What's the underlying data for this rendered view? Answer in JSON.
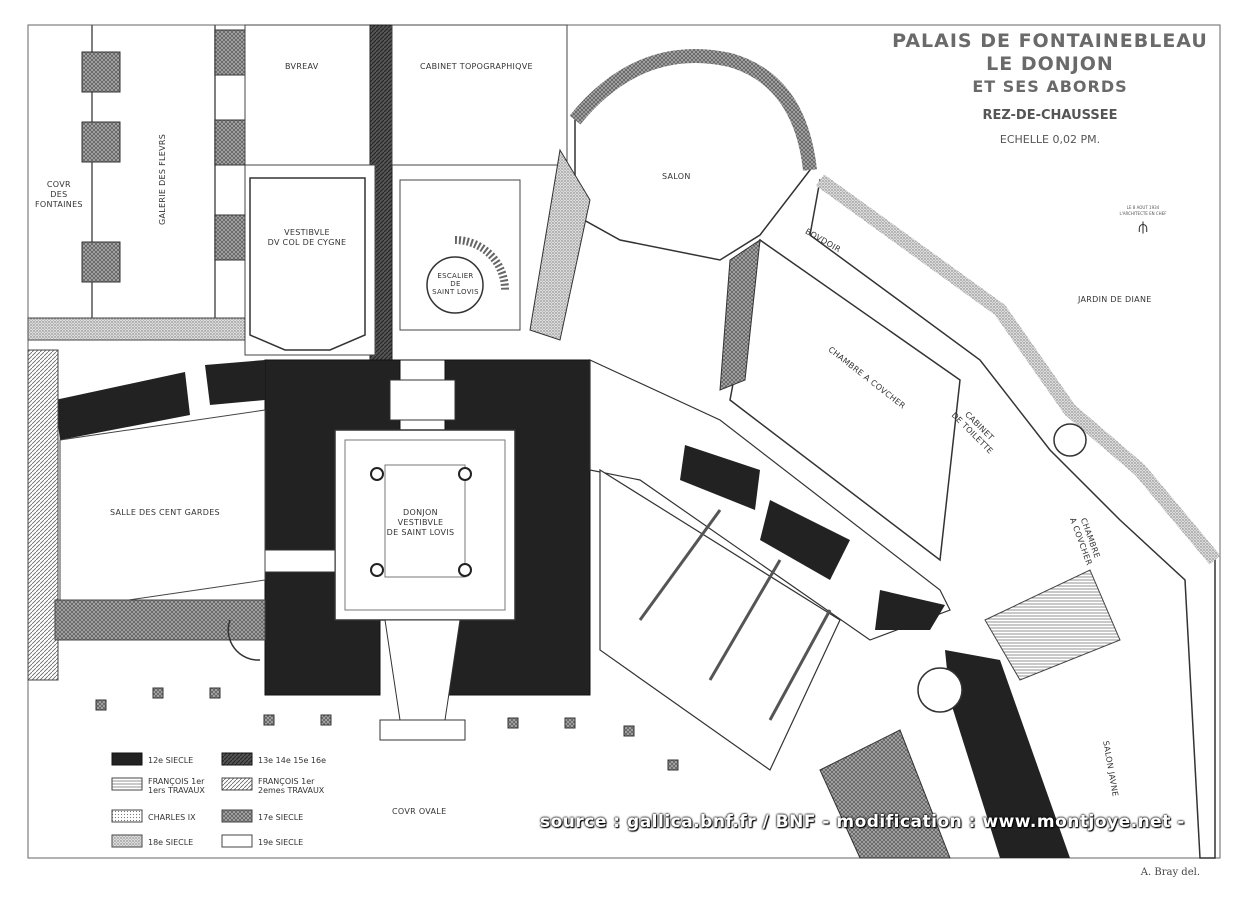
{
  "title": {
    "line1": "PALAIS DE FONTAINEBLEAU",
    "line2": "LE DONJON",
    "line3": "ET SES ABORDS",
    "floor": "REZ-DE-CHAUSSEE",
    "scale": "ECHELLE 0,02 PM."
  },
  "stamp": {
    "line1": "LE 8 AOUT 1934",
    "line2": "L'ARCHITECTE EN CHEF"
  },
  "rooms": {
    "bureau": "BVREAV",
    "cabinet_topo": "CABINET TOPOGRAPHIQVE",
    "cour_fontaines": "COVR\nDES\nFONTAINES",
    "galerie_fleurs": "GALERIE DES FLEVRS",
    "vestibule_cygne": "VESTIBVLE\nDV COL DE CYGNE",
    "escalier": "ESCALIER\nDE\nSAINT LOVIS",
    "salon": "SALON",
    "boudoir": "BOVDOIR",
    "jardin_diane": "JARDIN DE DIANE",
    "chambre_coucher": "CHAMBRE A COVCHER",
    "cabinet_toilette": "CABINET\nDE TOILETTE",
    "chambre_coucher_2": "CHAMBRE\nA COVCHER",
    "salle_cent_gardes": "SALLE DES CENT GARDES",
    "donjon": "DONJON\nVESTIBVLE\nDE SAINT LOVIS",
    "salon_jaune": "SALON JAVNE",
    "cour_ovale": "COVR OVALE"
  },
  "legend": [
    {
      "label": "12e SIECLE",
      "pattern": "black"
    },
    {
      "label": "13e 14e 15e 16e",
      "pattern": "dark-hatch"
    },
    {
      "label": "FRANÇOIS 1er\n1ers TRAVAUX",
      "pattern": "h-lines"
    },
    {
      "label": "FRANÇOIS 1er\n2emes TRAVAUX",
      "pattern": "diag"
    },
    {
      "label": "CHARLES IX",
      "pattern": "dots"
    },
    {
      "label": "17e SIECLE",
      "pattern": "cross"
    },
    {
      "label": "18e SIECLE",
      "pattern": "stipple"
    },
    {
      "label": "19e SIECLE",
      "pattern": "white"
    }
  ],
  "watermark": "source : gallica.bnf.fr / BNF  - modification : www.montjoye.net -",
  "credit": "A. Bray del."
}
